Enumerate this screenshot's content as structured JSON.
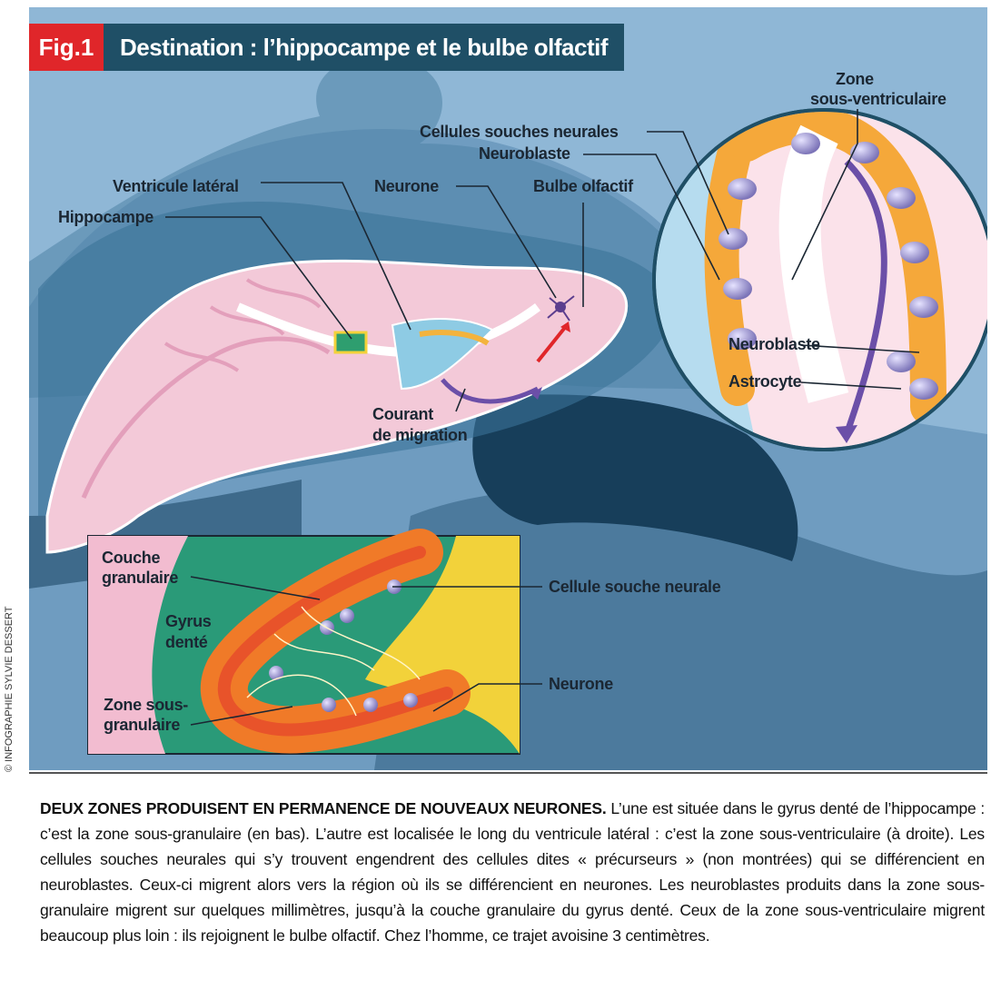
{
  "figure": {
    "number": "Fig.1",
    "title": "Destination : l’hippocampe et le bulbe olfactif"
  },
  "labels": {
    "zone_sv": [
      "Zone",
      "sous-ventriculaire"
    ],
    "cellules_souches": "Cellules souches neurales",
    "neuroblaste_top": "Neuroblaste",
    "ventricule": "Ventricule latéral",
    "neurone_top": "Neurone",
    "bulbe": "Bulbe olfactif",
    "hippocampe": "Hippocampe",
    "neuroblaste_right": "Neuroblaste",
    "astrocyte": "Astrocyte",
    "courant": [
      "Courant",
      "de migration"
    ],
    "couche": [
      "Couche",
      "granulaire"
    ],
    "gyrus": [
      "Gyrus",
      "denté"
    ],
    "zone_sg": [
      "Zone sous-",
      "granulaire"
    ],
    "cellule_souche": "Cellule souche neurale",
    "neurone_bottom": "Neurone"
  },
  "credit": "© INFOGRAPHIE SYLVIE DESSERT",
  "caption": {
    "heading": "DEUX ZONES PRODUISENT EN PERMANENCE DE NOUVEAUX NEURONES.",
    "body": " L’une est située dans le gyrus denté de l’hippocampe : c’est la zone sous-granulaire (en bas). L’autre est localisée le long du ventricule latéral : c’est la zone sous-ventriculaire (à droite). Les cellules souches neurales qui s’y trouvent engendrent des cellules dites « précurseurs » (non montrées) qui se différencient en neuroblastes. Ceux-ci migrent alors vers la région où ils se différencient en neurones. Les neuroblastes produits dans la zone sous-granulaire migrent sur quelques millimètres, jusqu’à la couche granulaire du gyrus denté. Ceux de la zone sous-ventriculaire migrent beaucoup plus loin : ils rejoignent le bulbe olfactif. Chez l’homme, ce trajet avoisine 3 centimètres."
  },
  "colors": {
    "background": "#8fb7d6",
    "title_red": "#e0262a",
    "title_band": "#1f4f66",
    "brain_pink": "#f3c9d8",
    "orange": "#f07a28",
    "green": "#2a9a78",
    "yellow": "#f2d23a"
  }
}
